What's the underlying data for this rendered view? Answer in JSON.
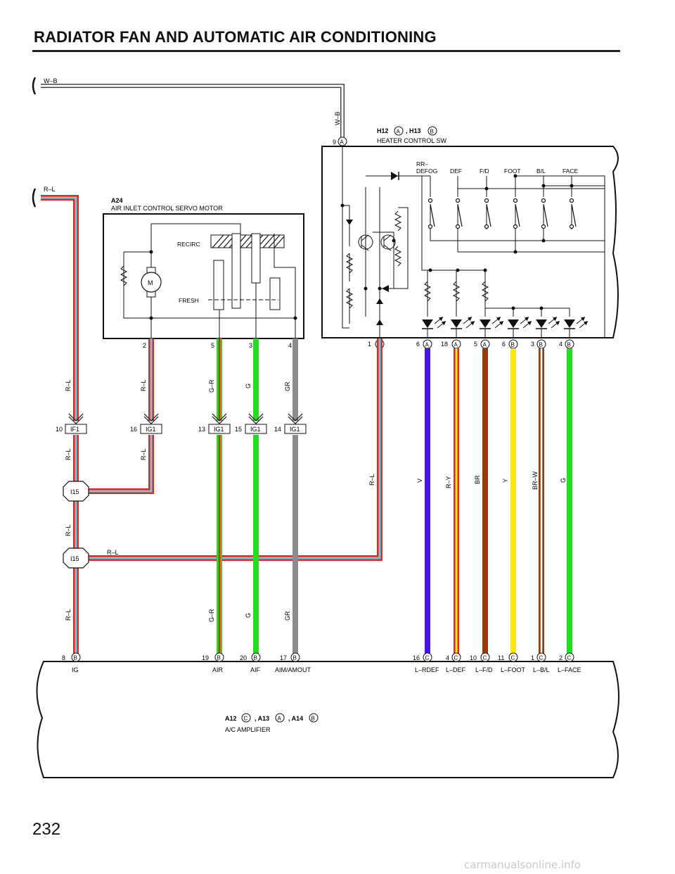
{
  "page": {
    "title": "RADIATOR FAN AND AUTOMATIC AIR CONDITIONING",
    "page_number": "232",
    "watermark": "carmanualsonline.info"
  },
  "colors": {
    "red": "#e8241c",
    "light_blue": "#6ec6e8",
    "green": "#22dd22",
    "gray": "#8c8c8c",
    "violet": "#4a14e0",
    "brown": "#9b3a06",
    "yellow": "#fde810",
    "white_wire": "#ffffff",
    "wire_outline": "#555555"
  },
  "components": {
    "heater_sw": {
      "code": "H12",
      "sep": ", H13",
      "name": "HEATER CONTROL SW",
      "switch_labels": [
        "RR–",
        "DEFOG",
        "DEF",
        "F/D",
        "FOOT",
        "B/L",
        "FACE"
      ]
    },
    "servo": {
      "code": "A24",
      "name": "AIR INLET CONTROL SERVO MOTOR",
      "recirc": "RECIRC",
      "fresh": "FRESH",
      "motor": "M"
    },
    "amplifier": {
      "code": "A12",
      "sep1": ", A13",
      "sep2": ", A14",
      "name": "A/C AMPLIFIER"
    },
    "splices": [
      {
        "label": "I15"
      },
      {
        "label": "I15"
      }
    ]
  },
  "wires": {
    "wb": "W–B",
    "rl": "R–L",
    "gr_wire": "G–R",
    "g": "G",
    "gray": "GR",
    "v": "V",
    "ry": "R–Y",
    "br": "BR",
    "y": "Y",
    "brw": "BR–W"
  },
  "connectors": {
    "h12_top": {
      "pin": "9",
      "conn": "A"
    },
    "servo_pins": [
      "2",
      "5",
      "3",
      "4"
    ],
    "sw_bottom": [
      {
        "pin": "1",
        "conn": "A"
      },
      {
        "pin": "6",
        "conn": "A"
      },
      {
        "pin": "18",
        "conn": "A"
      },
      {
        "pin": "5",
        "conn": "A"
      },
      {
        "pin": "6",
        "conn": "B"
      },
      {
        "pin": "3",
        "conn": "B"
      },
      {
        "pin": "4",
        "conn": "B"
      }
    ],
    "junctions": [
      {
        "pin": "10",
        "name": "IF1"
      },
      {
        "pin": "16",
        "name": "IG1"
      },
      {
        "pin": "13",
        "name": "IG1"
      },
      {
        "pin": "15",
        "name": "IG1"
      },
      {
        "pin": "14",
        "name": "IG1"
      }
    ],
    "amp_pins": [
      {
        "pin": "8",
        "conn": "B",
        "label": "IG"
      },
      {
        "pin": "19",
        "conn": "B",
        "label": "AIR"
      },
      {
        "pin": "20",
        "conn": "B",
        "label": "AIF"
      },
      {
        "pin": "17",
        "conn": "B",
        "label": "AIM/AMOUT"
      },
      {
        "pin": "16",
        "conn": "C",
        "label": "L–RDEF"
      },
      {
        "pin": "4",
        "conn": "C",
        "label": "L–DEF"
      },
      {
        "pin": "10",
        "conn": "C",
        "label": "L–F/D"
      },
      {
        "pin": "11",
        "conn": "C",
        "label": "L–FOOT"
      },
      {
        "pin": "1",
        "conn": "C",
        "label": "L–B/L"
      },
      {
        "pin": "2",
        "conn": "C",
        "label": "L–FACE"
      }
    ],
    "conn_letters": {
      "a": "A",
      "b": "B",
      "c": "C"
    }
  }
}
